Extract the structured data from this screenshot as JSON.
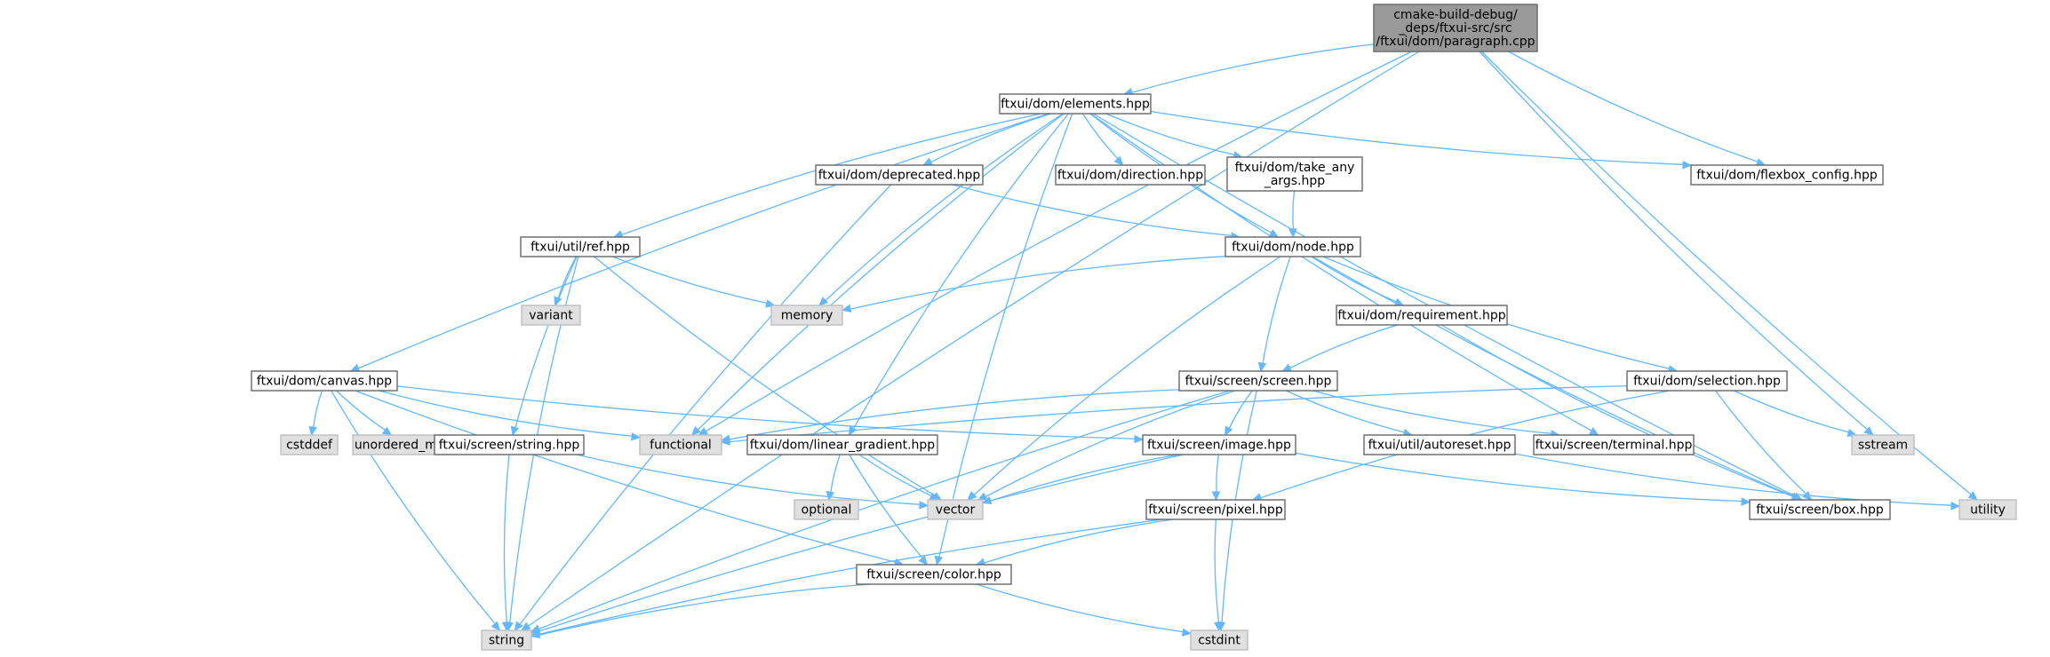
{
  "diagram": {
    "type": "include-dependency-graph",
    "colors": {
      "edge": "#63b8ff",
      "root_fill": "#999999",
      "file_fill": "#ffffff",
      "system_header_fill": "#e0e0e0",
      "border": "#666666"
    },
    "nodes": [
      {
        "id": "paragraph",
        "kind": "root",
        "lines": [
          "cmake-build-debug/",
          "_deps/ftxui-src/src",
          "/ftxui/dom/paragraph.cpp"
        ]
      },
      {
        "id": "elements",
        "kind": "file",
        "lines": [
          "ftxui/dom/elements.hpp"
        ]
      },
      {
        "id": "deprecated",
        "kind": "file",
        "lines": [
          "ftxui/dom/deprecated.hpp"
        ]
      },
      {
        "id": "direction",
        "kind": "file",
        "lines": [
          "ftxui/dom/direction.hpp"
        ]
      },
      {
        "id": "take_any",
        "kind": "file",
        "lines": [
          "ftxui/dom/take_any",
          "_args.hpp"
        ]
      },
      {
        "id": "flexbox",
        "kind": "file",
        "lines": [
          "ftxui/dom/flexbox_config.hpp"
        ]
      },
      {
        "id": "ref",
        "kind": "file",
        "lines": [
          "ftxui/util/ref.hpp"
        ]
      },
      {
        "id": "node",
        "kind": "file",
        "lines": [
          "ftxui/dom/node.hpp"
        ]
      },
      {
        "id": "variant",
        "kind": "system",
        "lines": [
          "variant"
        ]
      },
      {
        "id": "memory",
        "kind": "system",
        "lines": [
          "memory"
        ]
      },
      {
        "id": "requirement",
        "kind": "file",
        "lines": [
          "ftxui/dom/requirement.hpp"
        ]
      },
      {
        "id": "canvas",
        "kind": "file",
        "lines": [
          "ftxui/dom/canvas.hpp"
        ]
      },
      {
        "id": "screen",
        "kind": "file",
        "lines": [
          "ftxui/screen/screen.hpp"
        ]
      },
      {
        "id": "selection",
        "kind": "file",
        "lines": [
          "ftxui/dom/selection.hpp"
        ]
      },
      {
        "id": "cstddef",
        "kind": "system",
        "lines": [
          "cstddef"
        ]
      },
      {
        "id": "unordered_map",
        "kind": "system",
        "lines": [
          "unordered_map"
        ]
      },
      {
        "id": "functional",
        "kind": "system",
        "lines": [
          "functional"
        ]
      },
      {
        "id": "sstring",
        "kind": "file",
        "lines": [
          "ftxui/screen/string.hpp"
        ]
      },
      {
        "id": "linear_gradient",
        "kind": "file",
        "lines": [
          "ftxui/dom/linear_gradient.hpp"
        ]
      },
      {
        "id": "image",
        "kind": "file",
        "lines": [
          "ftxui/screen/image.hpp"
        ]
      },
      {
        "id": "autoreset",
        "kind": "file",
        "lines": [
          "ftxui/util/autoreset.hpp"
        ]
      },
      {
        "id": "terminal",
        "kind": "file",
        "lines": [
          "ftxui/screen/terminal.hpp"
        ]
      },
      {
        "id": "sstream",
        "kind": "system",
        "lines": [
          "sstream"
        ]
      },
      {
        "id": "optional",
        "kind": "system",
        "lines": [
          "optional"
        ]
      },
      {
        "id": "vector",
        "kind": "system",
        "lines": [
          "vector"
        ]
      },
      {
        "id": "pixel",
        "kind": "file",
        "lines": [
          "ftxui/screen/pixel.hpp"
        ]
      },
      {
        "id": "box",
        "kind": "file",
        "lines": [
          "ftxui/screen/box.hpp"
        ]
      },
      {
        "id": "utility",
        "kind": "system",
        "lines": [
          "utility"
        ]
      },
      {
        "id": "color",
        "kind": "file",
        "lines": [
          "ftxui/screen/color.hpp"
        ]
      },
      {
        "id": "string",
        "kind": "system",
        "lines": [
          "string"
        ]
      },
      {
        "id": "cstdint",
        "kind": "system",
        "lines": [
          "cstdint"
        ]
      }
    ],
    "edges": [
      [
        "paragraph",
        "elements"
      ],
      [
        "paragraph",
        "flexbox"
      ],
      [
        "paragraph",
        "functional"
      ],
      [
        "paragraph",
        "sstream"
      ],
      [
        "paragraph",
        "utility"
      ],
      [
        "paragraph",
        "string"
      ],
      [
        "elements",
        "deprecated"
      ],
      [
        "elements",
        "direction"
      ],
      [
        "elements",
        "take_any"
      ],
      [
        "elements",
        "flexbox"
      ],
      [
        "elements",
        "ref"
      ],
      [
        "elements",
        "node"
      ],
      [
        "elements",
        "memory"
      ],
      [
        "elements",
        "canvas"
      ],
      [
        "elements",
        "functional"
      ],
      [
        "elements",
        "linear_gradient"
      ],
      [
        "elements",
        "terminal"
      ],
      [
        "elements",
        "box"
      ],
      [
        "elements",
        "color"
      ],
      [
        "deprecated",
        "node"
      ],
      [
        "deprecated",
        "string"
      ],
      [
        "take_any",
        "node"
      ],
      [
        "ref",
        "variant"
      ],
      [
        "ref",
        "memory"
      ],
      [
        "ref",
        "sstring"
      ],
      [
        "ref",
        "vector"
      ],
      [
        "ref",
        "string"
      ],
      [
        "node",
        "memory"
      ],
      [
        "node",
        "requirement"
      ],
      [
        "node",
        "screen"
      ],
      [
        "node",
        "selection"
      ],
      [
        "node",
        "vector"
      ],
      [
        "node",
        "box"
      ],
      [
        "requirement",
        "screen"
      ],
      [
        "requirement",
        "box"
      ],
      [
        "canvas",
        "cstddef"
      ],
      [
        "canvas",
        "unordered_map"
      ],
      [
        "canvas",
        "functional"
      ],
      [
        "canvas",
        "image"
      ],
      [
        "canvas",
        "color"
      ],
      [
        "canvas",
        "string"
      ],
      [
        "screen",
        "functional"
      ],
      [
        "screen",
        "image"
      ],
      [
        "screen",
        "autoreset"
      ],
      [
        "screen",
        "terminal"
      ],
      [
        "screen",
        "vector"
      ],
      [
        "screen",
        "string"
      ],
      [
        "screen",
        "cstdint"
      ],
      [
        "selection",
        "functional"
      ],
      [
        "selection",
        "sstream"
      ],
      [
        "selection",
        "box"
      ],
      [
        "selection",
        "pixel"
      ],
      [
        "sstring",
        "vector"
      ],
      [
        "sstring",
        "string"
      ],
      [
        "linear_gradient",
        "optional"
      ],
      [
        "linear_gradient",
        "vector"
      ],
      [
        "linear_gradient",
        "color"
      ],
      [
        "image",
        "pixel"
      ],
      [
        "image",
        "box"
      ],
      [
        "image",
        "vector"
      ],
      [
        "image",
        "string"
      ],
      [
        "autoreset",
        "utility"
      ],
      [
        "pixel",
        "color"
      ],
      [
        "pixel",
        "cstdint"
      ],
      [
        "pixel",
        "string"
      ],
      [
        "color",
        "string"
      ],
      [
        "color",
        "cstdint"
      ]
    ]
  }
}
